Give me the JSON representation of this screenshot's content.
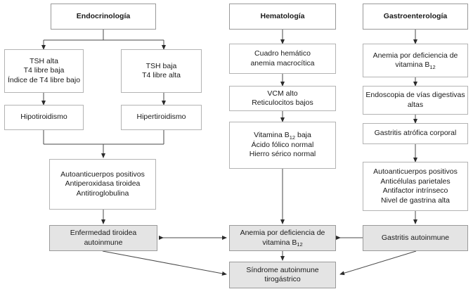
{
  "diagram": {
    "title": "Algoritmo diagnostico sindrome autoinmune tirogastrico",
    "colors": {
      "box_border": "#b3b3b3",
      "box_fill": "#ffffff",
      "shaded_fill": "#e4e4e4",
      "shaded_border": "#9a9a9a",
      "line": "#3a3a3a",
      "text": "#1a1a1a"
    },
    "columns": [
      {
        "name": "endocrinologia",
        "header": "Endocrinología",
        "nodes": [
          {
            "id": "tsh-alta",
            "lines": [
              "TSH alta",
              "T4 libre baja",
              "Índice de T4 libre bajo"
            ]
          },
          {
            "id": "tsh-baja",
            "lines": [
              "TSH baja",
              "T4 libre alta"
            ]
          },
          {
            "id": "hipotiroidismo",
            "lines": [
              "Hipotiroidismo"
            ]
          },
          {
            "id": "hipertiroidismo",
            "lines": [
              "Hipertiroidismo"
            ]
          },
          {
            "id": "autoanticuerpos-tiroideos",
            "lines": [
              "Autoanticuerpos positivos",
              "Antiperoxidasa tiroidea",
              "Antitiroglobulina"
            ]
          },
          {
            "id": "enfermedad-tiroidea-autoinmune",
            "lines": [
              "Enfermedad tiroidea autoinmune"
            ],
            "shaded": true
          }
        ]
      },
      {
        "name": "hematologia",
        "header": "Hematología",
        "nodes": [
          {
            "id": "cuadro-hematico",
            "lines": [
              "Cuadro hemático",
              "anemia macrocítica"
            ]
          },
          {
            "id": "vcm-alto",
            "lines": [
              "VCM alto",
              "Reticulocitos bajos"
            ]
          },
          {
            "id": "vitamina-b12-baja",
            "lines": [
              "Vitamina B12 baja",
              "Ácido fólico normal",
              "Hierro sérico normal"
            ]
          },
          {
            "id": "anemia-deficiencia-b12",
            "lines": [
              "Anemia por deficiencia de",
              "vitamina B12"
            ],
            "shaded": true
          },
          {
            "id": "sindrome-autoinmune-tirogastrico",
            "lines": [
              "Síndrome autoinmune",
              "tirogástrico"
            ],
            "shaded": true
          }
        ]
      },
      {
        "name": "gastroenterologia",
        "header": "Gastroenterología",
        "nodes": [
          {
            "id": "anemia-deficiencia-b12-gastro",
            "lines": [
              "Anemia por deficiencia de",
              "vitamina B12"
            ]
          },
          {
            "id": "endoscopia",
            "lines": [
              "Endoscopia de vías digestivas",
              "altas"
            ]
          },
          {
            "id": "gastritis-atrofica",
            "lines": [
              "Gastritis atrófica corporal"
            ]
          },
          {
            "id": "autoanticuerpos-gastricos",
            "lines": [
              "Autoanticuerpos positivos",
              "Anticélulas parietales",
              "Antifactor intrínseco",
              "Nivel de gastrina alta"
            ]
          },
          {
            "id": "gastritis-autoinmune",
            "lines": [
              "Gastritis autoinmune"
            ],
            "shaded": true
          }
        ]
      }
    ],
    "labels": {
      "endocrinologia_header": "Endocrinología",
      "hematologia_header": "Hematología",
      "gastroenterologia_header": "Gastroenterología",
      "tsh_alta_l1": "TSH alta",
      "tsh_alta_l2": "T4 libre baja",
      "tsh_alta_l3": "Índice de T4 libre bajo",
      "tsh_baja_l1": "TSH baja",
      "tsh_baja_l2": "T4 libre alta",
      "hipotiroidismo": "Hipotiroidismo",
      "hipertiroidismo": "Hipertiroidismo",
      "auto_tiroideos_l1": "Autoanticuerpos positivos",
      "auto_tiroideos_l2": "Antiperoxidasa tiroidea",
      "auto_tiroideos_l3": "Antitiroglobulina",
      "enfermedad_tiroidea": "Enfermedad tiroidea autoinmune",
      "cuadro_hematico_l1": "Cuadro hemático",
      "cuadro_hematico_l2": "anemia macrocítica",
      "vcm_l1": "VCM alto",
      "vcm_l2": "Reticulocitos bajos",
      "vitb12_l1_pre": "Vitamina B",
      "vitb12_l1_sub": "12",
      "vitb12_l1_post": " baja",
      "vitb12_l2": "Ácido fólico normal",
      "vitb12_l3": "Hierro sérico normal",
      "anemia_l1": "Anemia por deficiencia de",
      "anemia_l2_pre": "vitamina B",
      "anemia_l2_sub": "12",
      "sindrome_l1": "Síndrome autoinmune",
      "sindrome_l2": "tirogástrico",
      "gastro_anemia_l1": "Anemia por deficiencia de",
      "gastro_anemia_l2_pre": "vitamina B",
      "gastro_anemia_l2_sub": "12",
      "endoscopia_l1": "Endoscopia de vías digestivas",
      "endoscopia_l2": "altas",
      "gastritis_atrofica": "Gastritis atrófica corporal",
      "auto_gastricos_l1": "Autoanticuerpos positivos",
      "auto_gastricos_l2": "Anticélulas parietales",
      "auto_gastricos_l3": "Antifactor intrínseco",
      "auto_gastricos_l4": "Nivel de gastrina alta",
      "gastritis_autoinmune": "Gastritis autoinmune"
    }
  }
}
